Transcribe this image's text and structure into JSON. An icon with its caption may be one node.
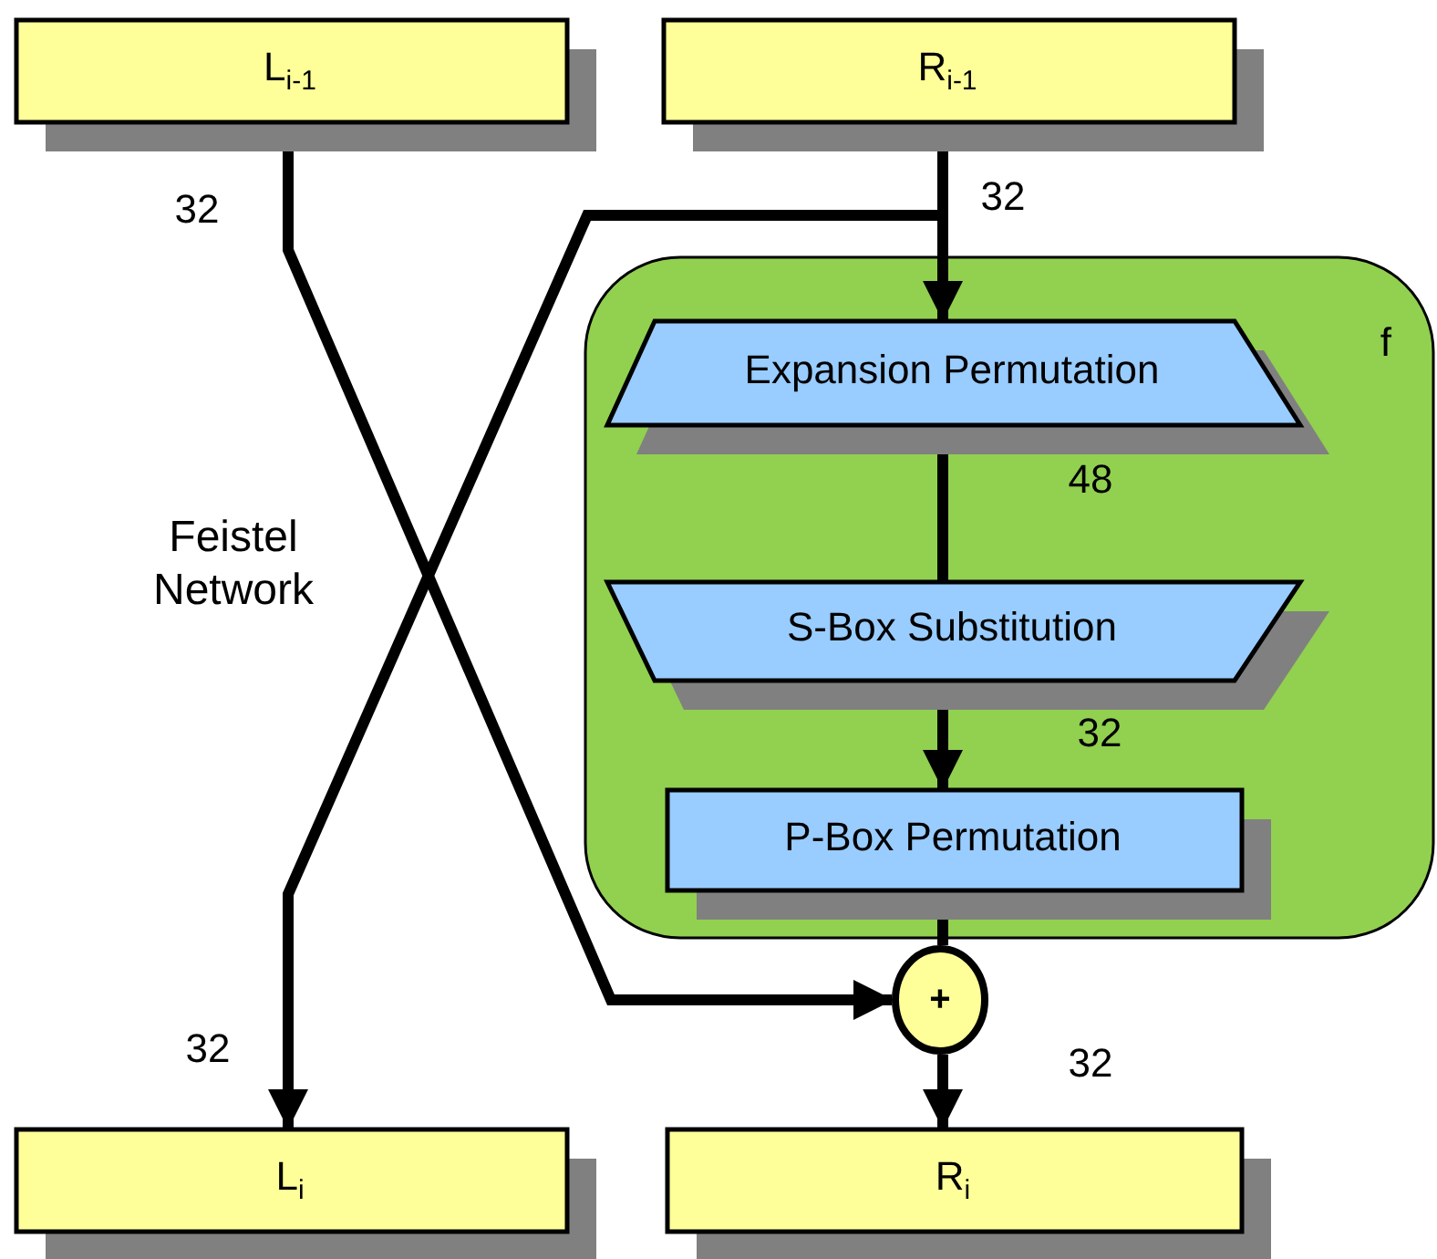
{
  "diagram": {
    "nodes": [
      {
        "text": [
          "L$_{i-1}$"
        ]
      },
      {
        "text": [
          "R$_{i-1}$"
        ]
      },
      {
        "text": [
          "f"
        ]
      },
      {
        "text": [
          "Expansion Permutation"
        ],
        "in": 2
      },
      {
        "text": [
          "S-Box Substitution"
        ],
        "in": 2
      },
      {
        "text": [
          "P-Box Permutation"
        ],
        "in": 2
      },
      {
        "text": [
          "+"
        ]
      },
      {
        "text": [
          "L$_{i}$"
        ]
      },
      {
        "text": [
          "R$_{i}$"
        ]
      }
    ],
    "edges": [
      {
        "from": 0,
        "to": 6,
        "arrow": "to",
        "label": "32"
      },
      {
        "from": 1,
        "to": 3,
        "arrow": "to",
        "label": "32"
      },
      {
        "from": 1,
        "to": 7,
        "arrow": "to",
        "label": "32"
      },
      {
        "from": 3,
        "to": 4,
        "arrow": "none",
        "label": "48"
      },
      {
        "from": 4,
        "to": 5,
        "arrow": "to",
        "label": "32"
      },
      {
        "from": 5,
        "to": 6,
        "arrow": "none"
      },
      {
        "from": 6,
        "to": 8,
        "arrow": "to",
        "label": "32"
      }
    ],
    "labels": [
      "Feistel Network"
    ]
  }
}
